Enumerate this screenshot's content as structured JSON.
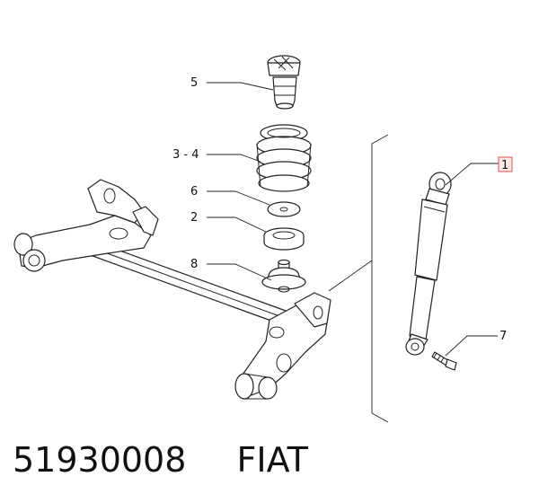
{
  "callouts": {
    "c1": "1",
    "c2": "2",
    "c34": "3 - 4",
    "c5": "5",
    "c6": "6",
    "c7": "7",
    "c8": "8"
  },
  "footer": {
    "part_number": "51930008",
    "brand": "FIAT"
  },
  "colors": {
    "line": "#222222",
    "highlight_box": "#d9534f"
  }
}
